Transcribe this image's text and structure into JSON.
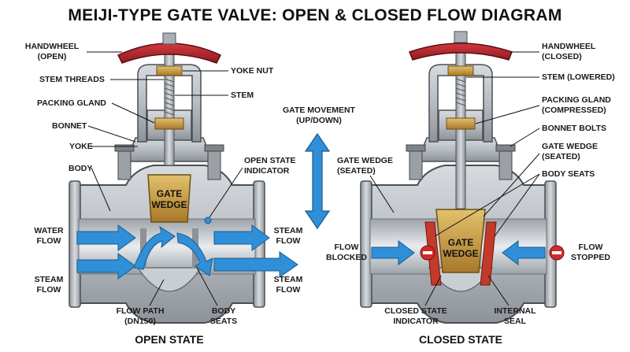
{
  "title": "MEIJI-TYPE GATE VALVE:  OPEN & CLOSED FLOW DIAGRAM",
  "open": {
    "caption": "OPEN STATE",
    "handwheel": [
      "HANDWHEEL",
      "(OPEN)"
    ],
    "stem_threads": "STEM THREADS",
    "yoke_nut": "YOKE NUT",
    "stem": "STEM",
    "packing_gland": "PACKING GLAND",
    "bonnet": "BONNET",
    "yoke": "YOKE",
    "body": "BODY",
    "open_indicator": [
      "OPEN STATE",
      "INDICATOR"
    ],
    "gate": [
      "GATE",
      "WEDGE"
    ],
    "water_flow": [
      "WATER",
      "FLOW"
    ],
    "steam_flow_left": [
      "STEAM",
      "FLOW"
    ],
    "steam_flow_right_top": [
      "STEAM",
      "FLOW"
    ],
    "steam_flow_right_bottom": [
      "STEAM",
      "FLOW"
    ],
    "flow_path": [
      "FLOW PATH",
      "(DN150)"
    ],
    "body_seats": [
      "BODY",
      "SEATS"
    ]
  },
  "movement": [
    "GATE MOVEMENT",
    "(UP/DOWN)"
  ],
  "closed": {
    "caption": "CLOSED STATE",
    "handwheel": [
      "HANDWHEEL",
      "(CLOSED)"
    ],
    "stem": "STEM (LOWERED)",
    "packing_gland": [
      "PACKING GLAND",
      "(COMPRESSED)"
    ],
    "bonnet_bolts": "BONNET BOLTS",
    "gate_wedge_label": [
      "GATE WEDGE",
      "(SEATED)"
    ],
    "gate_wedge_label_left": [
      "GATE WEDGE",
      "(SEATED)"
    ],
    "body_seats": "BODY SEATS",
    "gate": [
      "GATE",
      "WEDGE"
    ],
    "flow_blocked": [
      "FLOW",
      "BLOCKED"
    ],
    "flow_stopped": [
      "FLOW",
      "STOPPED"
    ],
    "closed_indicator": [
      "CLOSED STATE",
      "INDICATOR"
    ],
    "internal_seal": [
      "INTERNAL",
      "SEAL"
    ]
  },
  "colors": {
    "handwheel": "#b8202a",
    "steel": "#b9bec4",
    "steel_dark": "#7c8288",
    "brass": "#c99a3a",
    "flow": "#2f8fd8",
    "stop": "#d32a2a"
  }
}
